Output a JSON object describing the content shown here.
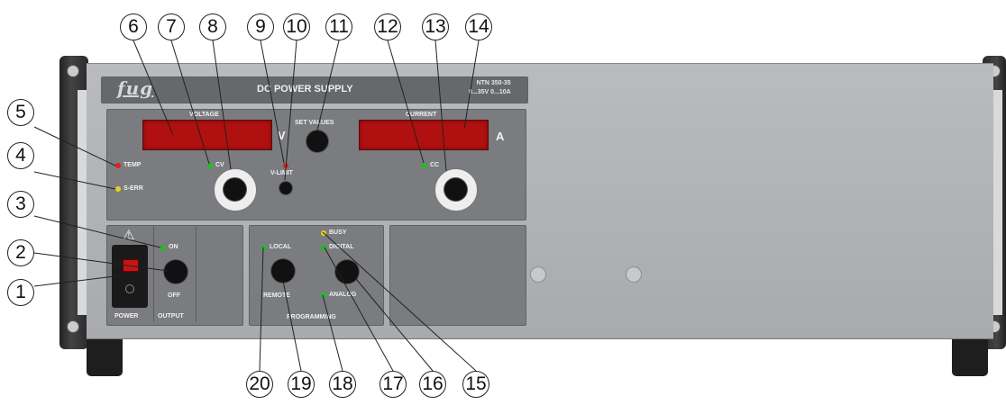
{
  "brand": {
    "logo": "fug",
    "title": "DC POWER SUPPLY",
    "model_line1": "NTN 350-35",
    "model_line2": "0...35V  0...10A"
  },
  "voltage": {
    "label": "VOLTAGE",
    "unit": "V",
    "cv_label": "CV",
    "vlimit_label": "V-LIMIT"
  },
  "current": {
    "label": "CURRENT",
    "unit": "A",
    "cc_label": "CC"
  },
  "set_values_label": "SET VALUES",
  "status": {
    "temp_label": "TEMP",
    "serr_label": "S-ERR"
  },
  "power": {
    "label": "POWER",
    "warning_symbol": "⚠"
  },
  "output": {
    "label": "OUTPUT",
    "on_label": "ON",
    "off_label": "OFF"
  },
  "programming": {
    "label": "PROGRAMMING",
    "local_label": "LOCAL",
    "remote_label": "REMOTE",
    "digital_label": "DIGITAL",
    "analog_label": "ANALOG",
    "busy_label": "BUSY"
  },
  "callouts": [
    "1",
    "2",
    "3",
    "4",
    "5",
    "6",
    "7",
    "8",
    "9",
    "10",
    "11",
    "12",
    "13",
    "14",
    "15",
    "16",
    "17",
    "18",
    "19",
    "20"
  ],
  "colors": {
    "led_green": "#18c21e",
    "led_red": "#e31d1d",
    "led_yellow": "#e6d21e",
    "display_red": "#b01010",
    "panel_gray": "#b0b2b5"
  }
}
